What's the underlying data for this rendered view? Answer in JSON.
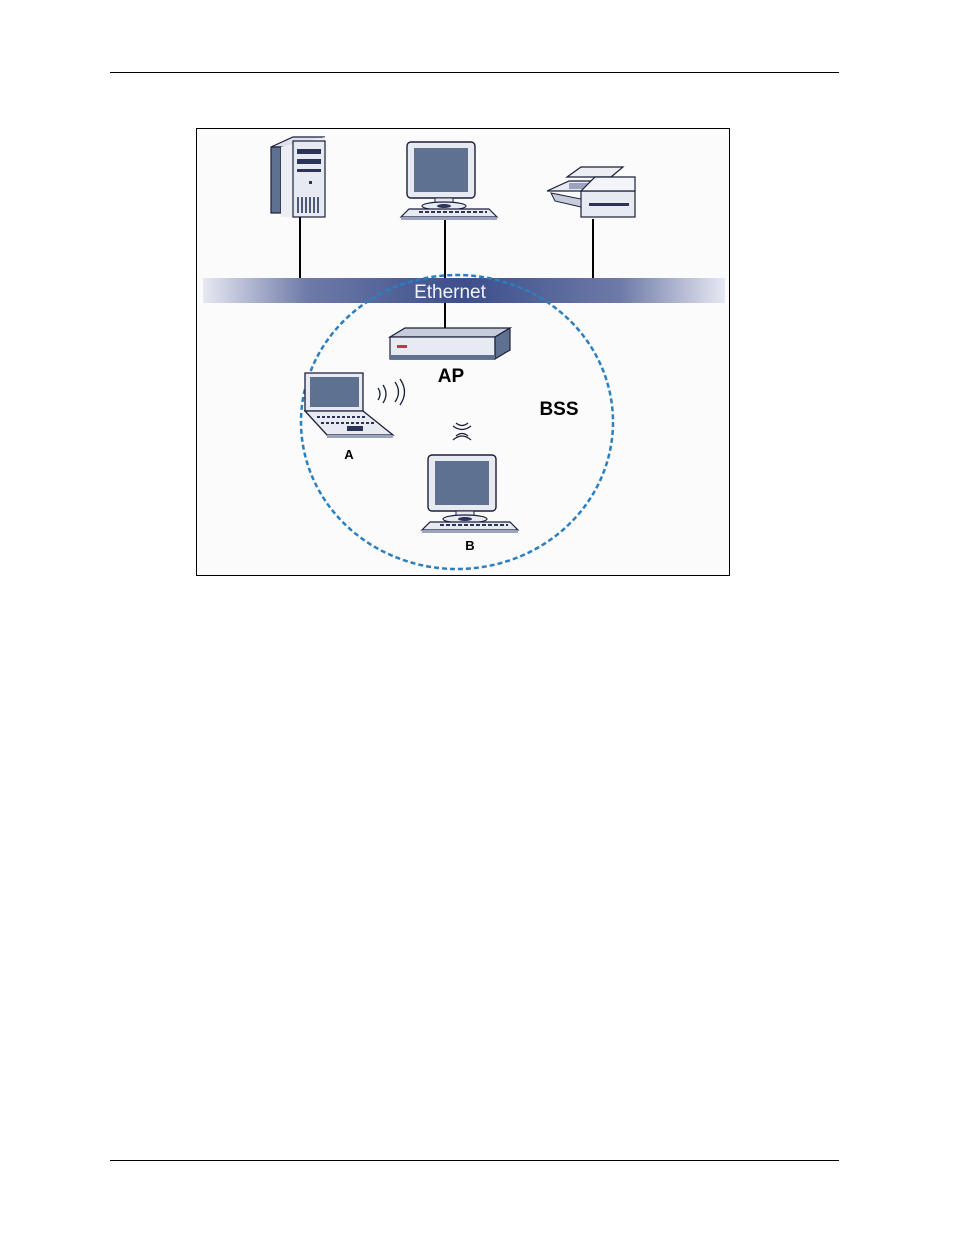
{
  "diagram": {
    "ethernet_label": "Ethernet",
    "ap_label": "AP",
    "bss_label": "BSS",
    "station_a_label": "A",
    "station_b_label": "B",
    "colors": {
      "bss_boundary": "#2a7fc0",
      "ethernet_band": "#3c4f8c",
      "monitor_screen": "#5f7190",
      "device_body": "#e8eaf2",
      "device_outline": "#1a1f3a"
    },
    "icons": [
      "server-icon",
      "desktop-computer-icon",
      "printer-icon",
      "access-point-icon",
      "laptop-icon",
      "wireless-signal-icon"
    ]
  }
}
